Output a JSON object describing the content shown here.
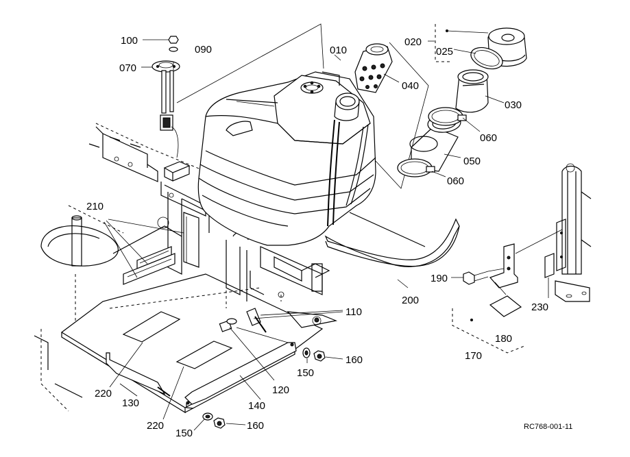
{
  "labels": {
    "p100": "100",
    "p090": "090",
    "p070": "070",
    "p010": "010",
    "p020": "020",
    "p025": "025",
    "p040": "040",
    "p030": "030",
    "p060a": "060",
    "p050": "050",
    "p060b": "060",
    "p210": "210",
    "p200": "200",
    "p190": "190",
    "p230": "230",
    "p180": "180",
    "p170": "170",
    "p110": "110",
    "p160a": "160",
    "p150a": "150",
    "p120": "120",
    "p220a": "220",
    "p130": "130",
    "p140": "140",
    "p220b": "220",
    "p150b": "150",
    "p160b": "160"
  },
  "reference_code": "RC768-001-11"
}
